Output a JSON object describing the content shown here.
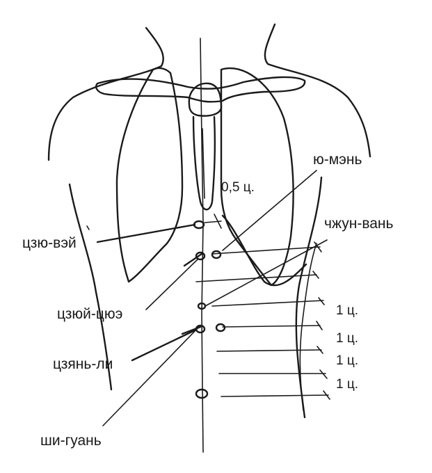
{
  "labels": {
    "yu_men": "ю-мэнь",
    "half_cun": "0,5 ц.",
    "zhong_wan": "чжун-вань",
    "jiu_wei": "цзю-вэй",
    "jiu_que": "цзюй-цюэ",
    "jian_li": "цзянь-ли",
    "shi_guan": "ши-гуань",
    "cun_1": "1 ц.",
    "cun_2": "1 ц.",
    "cun_3": "1 ц.",
    "cun_4": "1 ц."
  }
}
